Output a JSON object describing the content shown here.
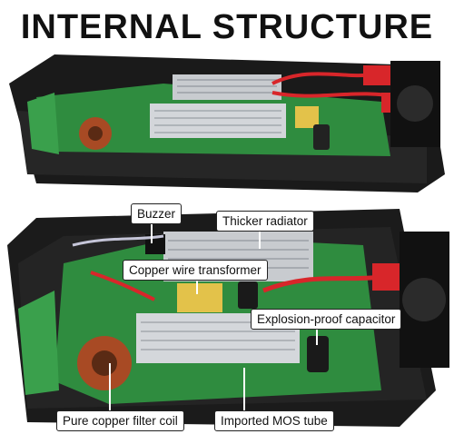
{
  "title": "INTERNAL STRUCTURE",
  "callouts": {
    "buzzer": "Buzzer",
    "radiator": "Thicker radiator",
    "transformer": "Copper wire transformer",
    "capacitor": "Explosion-proof capacitor",
    "filter_coil": "Pure copper filter coil",
    "mos_tube": "Imported MOS tube"
  },
  "colors": {
    "background": "#ffffff",
    "housing": "#1c1c1c",
    "pcb": "#2e8b3e",
    "heatsink": "#c9ccd0",
    "copper_coil": "#b5522a",
    "terminal_red": "#d8262a"
  }
}
